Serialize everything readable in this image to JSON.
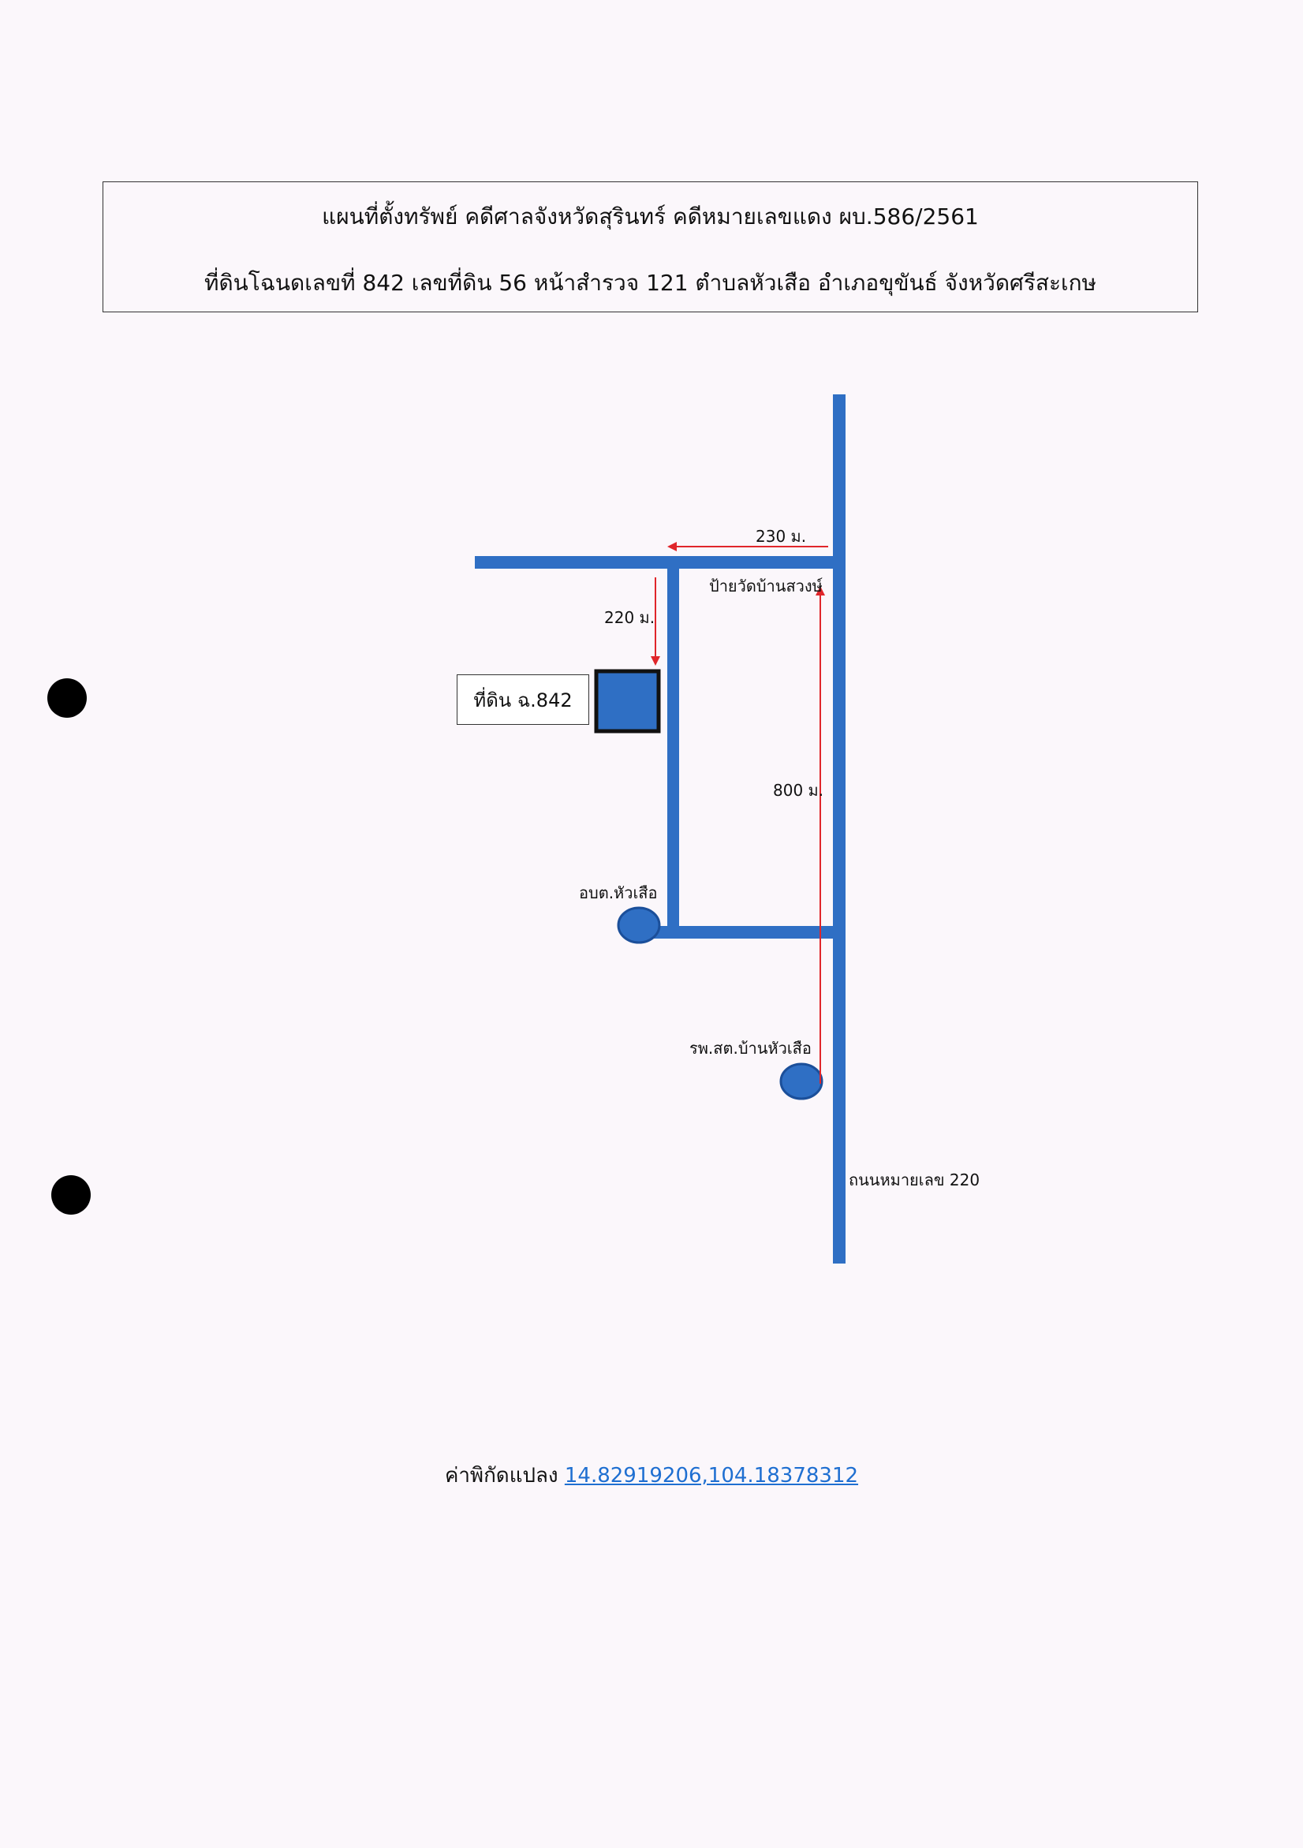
{
  "header": {
    "title": "แผนที่ตั้งทรัพย์ คดีศาลจังหวัดสุรินทร์ คดีหมายเลขแดง ผบ.586/2561",
    "subtitle": "ที่ดินโฉนดเลขที่ 842 เลขที่ดิน 56 หน้าสำรวจ 121 ตำบลหัวเสือ อำเภอขุขันธ์ จังหวัดศรีสะเกษ"
  },
  "map": {
    "plot_label": "ที่ดิน ฉ.842",
    "distance_230": "230 ม.",
    "distance_220": "220 ม.",
    "distance_800": "800 ม.",
    "temple_sign": "ป้ายวัดบ้านสวงษ์",
    "sao_office": "อบต.หัวเสือ",
    "health_center": "รพ.สต.บ้านหัวเสือ",
    "highway": "ถนนหมายเลข 220",
    "colors": {
      "road": "#2f6fc4",
      "arrow": "#e0262b",
      "plot_fill": "#2f6fc4",
      "plot_border": "#111111",
      "landmark": "#2f6fc4"
    }
  },
  "footer": {
    "coords_label": "ค่าพิกัดแปลง",
    "coords_value": "14.82919206,104.18378312"
  }
}
